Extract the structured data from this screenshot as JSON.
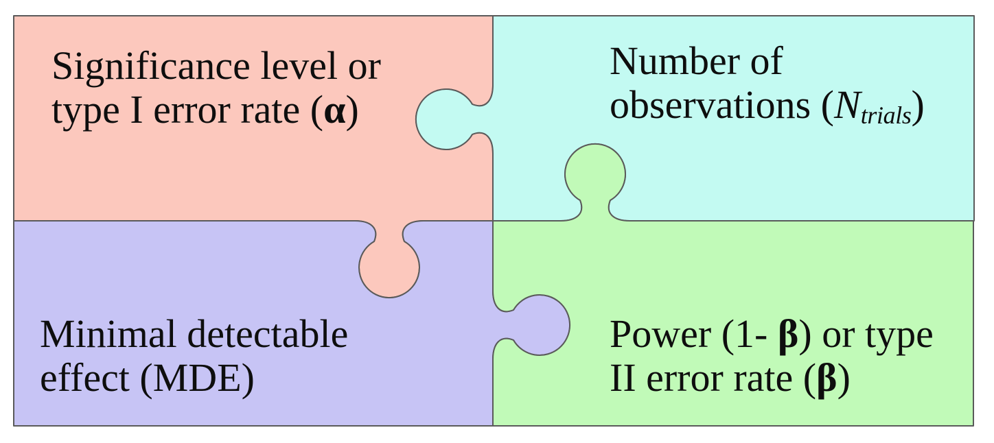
{
  "figure": {
    "background": "#ffffff",
    "outline_color": "#5a5a5a",
    "text_color": "#0e0e0e"
  },
  "pieces": {
    "significance": {
      "color": "#fcc8bd",
      "line1": "Significance level or",
      "line2_pre": "type I error rate (",
      "alpha": "α",
      "line2_post": ")"
    },
    "observations": {
      "color": "#c3faf2",
      "line1": "Number of",
      "line2_pre": "observations (",
      "n_symbol": "N",
      "n_subscript": "trials",
      "line2_post": ")"
    },
    "mde": {
      "color": "#c7c4f5",
      "line1": "Minimal detectable",
      "line2": "effect (MDE)"
    },
    "power": {
      "color": "#c1fab8",
      "line1_pre": "Power (1- ",
      "beta": "β",
      "line1_post": ") or type",
      "line2_pre": "II error rate (",
      "line2_post": ")"
    }
  }
}
